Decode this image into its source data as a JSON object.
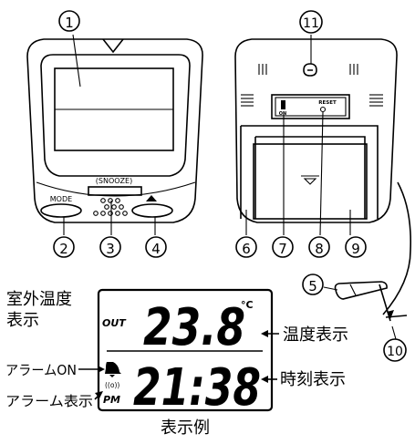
{
  "front": {
    "snooze_label": "(SNOOZE)",
    "mode_label": "MODE"
  },
  "back": {
    "reset_label": "RESET",
    "on_label": "ON"
  },
  "callouts": [
    "1",
    "2",
    "3",
    "4",
    "5",
    "6",
    "7",
    "8",
    "9",
    "10",
    "11"
  ],
  "lcd": {
    "out_label": "OUT",
    "temperature": "23.8",
    "temp_unit": "°C",
    "time": "21:38",
    "pm_label": "PM",
    "alarm_signal": "((o))"
  },
  "labels": {
    "outdoor_temp_line1": "室外温度",
    "outdoor_temp_line2": "表示",
    "temperature_display": "温度表示",
    "alarm_on": "アラームON",
    "time_display": "時刻表示",
    "alarm_display": "アラーム表示",
    "caption": "表示例"
  }
}
